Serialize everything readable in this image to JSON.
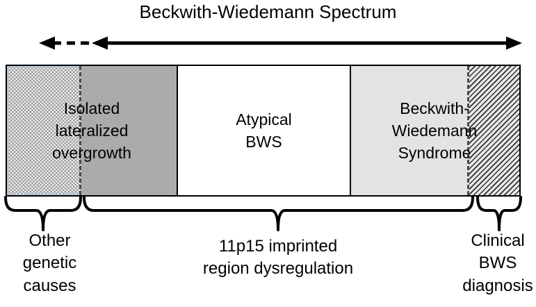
{
  "title": "Beckwith-Wiedemann Spectrum",
  "bar": {
    "section_labels": {
      "isolated": "Isolated\nlateralized\novergrowth",
      "atypical": "Atypical\nBWS",
      "bws": "Beckwith-\nWiedemann\nSyndrome"
    },
    "section_patterns": {
      "far_left": "checkerboard",
      "left": "solid-gray",
      "middle": "solid-white",
      "right": "solid-light-gray",
      "far_right": "diagonal-hatch"
    }
  },
  "brace_labels": {
    "other": "Other\ngenetic\ncauses",
    "imprinted": "11p15 imprinted\nregion dysregulation",
    "clinical": "Clinical\nBWS\ndiagnosis"
  },
  "icons": {
    "dashed_arrow": "left-pointing-dashed-arrow",
    "solid_arrow": "double-headed-solid-arrow",
    "braces": "downward-curly-braces"
  },
  "colors": {
    "ink": "#000000",
    "section_gray": "#ababab",
    "section_lightgray": "#e3e3e3",
    "checker_dark": "#9a9a9a",
    "checker_light": "#f0f0f0",
    "hatch_line": "#2e2e2e",
    "hatch_bg": "#e8e8e8",
    "divider_gray": "#4a4a4a",
    "accent_blue": "#a8c6e4"
  }
}
